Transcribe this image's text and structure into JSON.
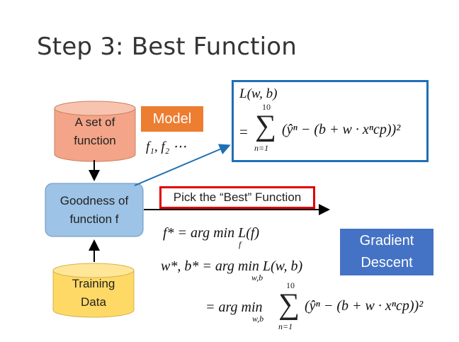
{
  "title": "Step 3: Best Function",
  "nodes": {
    "function_set": "A set of\nfunction",
    "goodness": "Goodness of\nfunction f",
    "training": "Training\nData"
  },
  "tags": {
    "model": "Model",
    "gradient": "Gradient\nDescent"
  },
  "f_list": "f₁, f₂ ⋯",
  "pick_label": "Pick the “Best” Function",
  "loss": {
    "line1": "L(w, b)",
    "eq": "=",
    "sum_top": "10",
    "sum_bottom": "n=1",
    "body": "(ŷⁿ − (b + w · xⁿcp))²"
  },
  "equations": {
    "f_star": "f* = arg min L(f)",
    "f_star_under": "f",
    "wb_star": "w*, b* = arg min L(w, b)",
    "wb_under": "w,b",
    "expanded": "= arg min",
    "expanded_under": "w,b",
    "expanded_top": "10",
    "expanded_bottom": "n=1",
    "expanded_body": "(ŷⁿ − (b + w · xⁿcp))²"
  },
  "colors": {
    "function_set_fill": "#f4a488",
    "goodness_fill": "#9dc3e6",
    "training_fill": "#ffd966",
    "model_tag": "#ed7d31",
    "gradient_tag": "#4472c4",
    "pick_border": "#e00000",
    "loss_border": "#1f6fb5"
  }
}
